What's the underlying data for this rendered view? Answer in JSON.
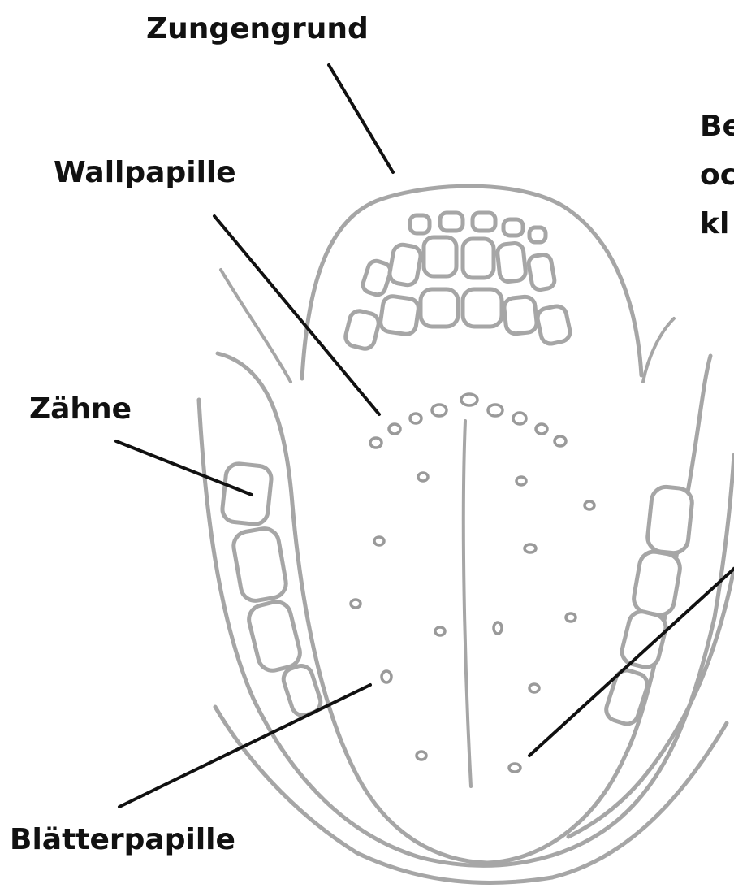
{
  "labels": {
    "zungengrund": "Zungengrund",
    "wallpapille": "Wallpapille",
    "zaehne": "Zähne",
    "blaetterpapille": "Blätterpapille",
    "right_cut_line1": "Be",
    "right_cut_line2": "oc",
    "right_cut_line3": "kl"
  },
  "colors": {
    "outline": "#a6a6a6",
    "leader": "#111111",
    "text": "#111111",
    "background": "#ffffff"
  }
}
